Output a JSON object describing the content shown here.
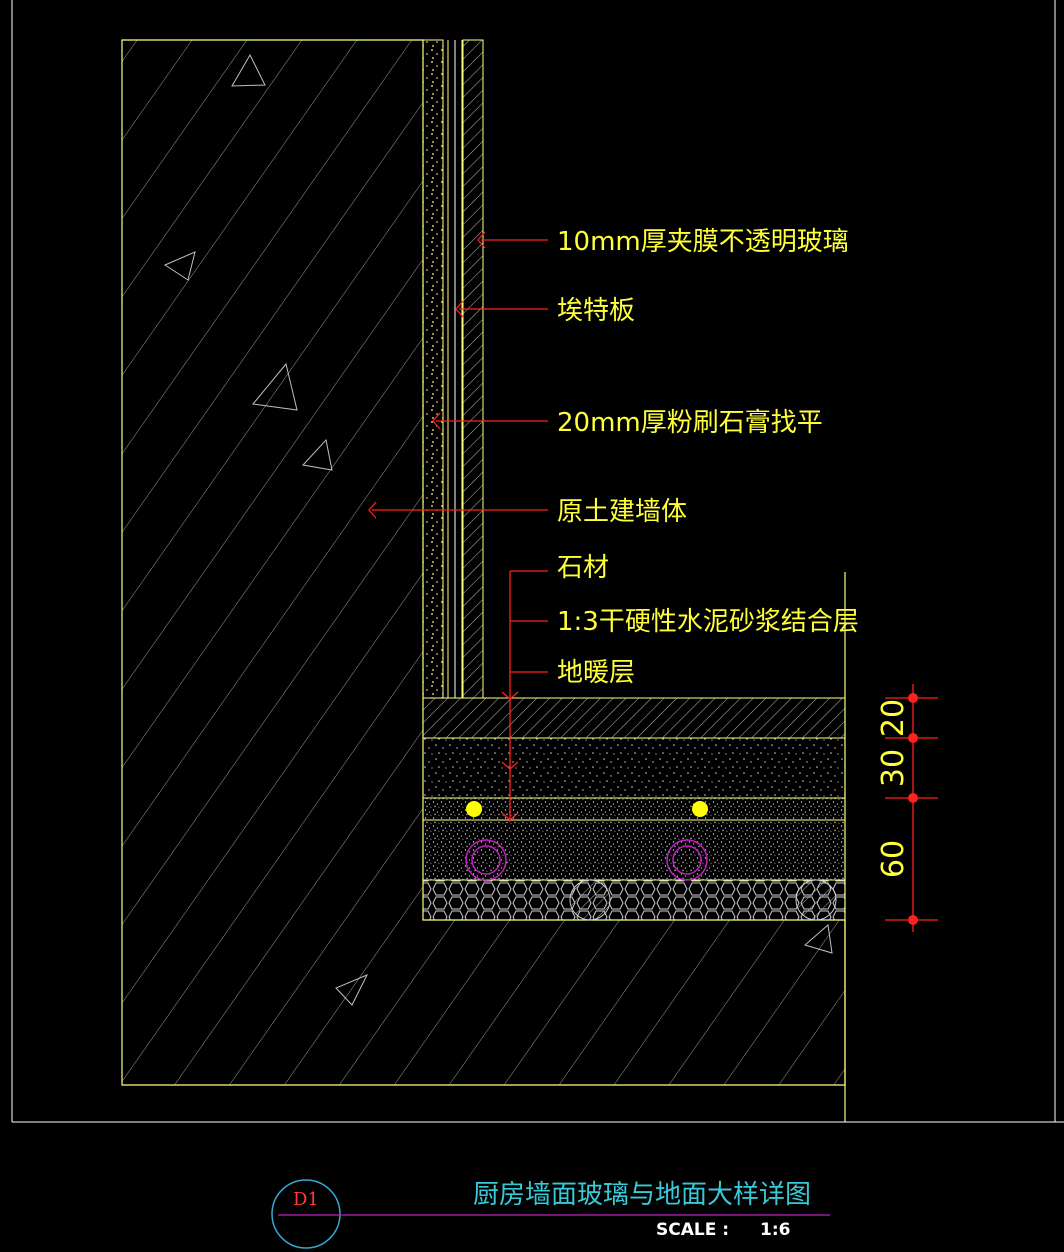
{
  "labels": {
    "glass": "10mm厚夹膜不透明玻璃",
    "board": "埃特板",
    "plaster": "20mm厚粉刷石膏找平",
    "wall": "原土建墙体",
    "stone": "石材",
    "mortar": "1:3干硬性水泥砂浆结合层",
    "heating": "地暖层"
  },
  "dimensions": {
    "d1": "20",
    "d2": "30",
    "d3": "60"
  },
  "title": {
    "text": "厨房墙面玻璃与地面大样详图",
    "scale_label": "SCALE :",
    "scale_value": "1:6",
    "bubble": "D1"
  },
  "colors": {
    "outline": "#ffff80",
    "leader": "#ff2020",
    "label": "#ffff3a",
    "title": "#37c9d6",
    "pipe": "#c020c0",
    "bubble_ring": "#35a8d8"
  }
}
